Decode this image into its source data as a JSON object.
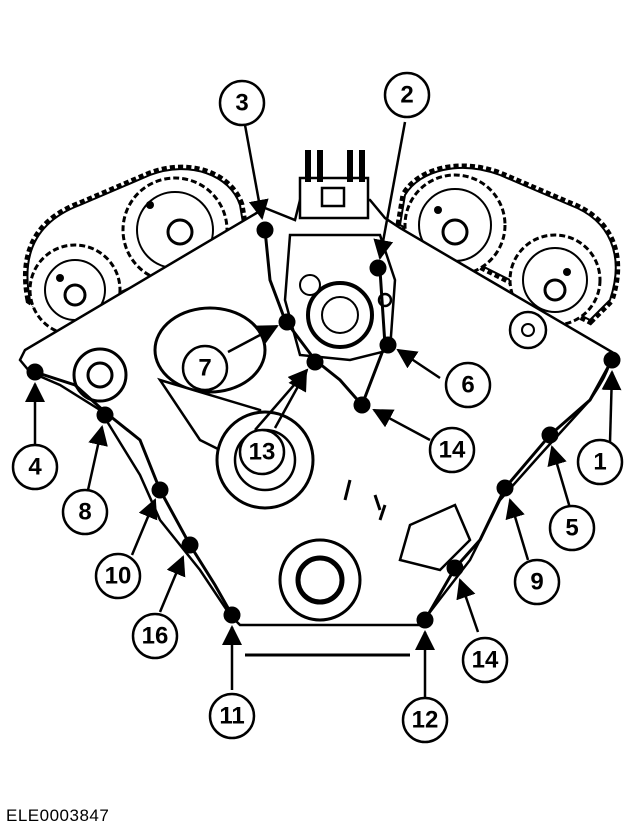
{
  "figure_id": "ELE0003847",
  "callouts": [
    {
      "key": "c1",
      "label": "1"
    },
    {
      "key": "c2",
      "label": "2"
    },
    {
      "key": "c3",
      "label": "3"
    },
    {
      "key": "c4",
      "label": "4"
    },
    {
      "key": "c5",
      "label": "5"
    },
    {
      "key": "c6",
      "label": "6"
    },
    {
      "key": "c7",
      "label": "7"
    },
    {
      "key": "c8",
      "label": "8"
    },
    {
      "key": "c9",
      "label": "9"
    },
    {
      "key": "c10",
      "label": "10"
    },
    {
      "key": "c11",
      "label": "11"
    },
    {
      "key": "c12",
      "label": "12"
    },
    {
      "key": "c13",
      "label": "13"
    },
    {
      "key": "c14a",
      "label": "14"
    },
    {
      "key": "c14b",
      "label": "14"
    },
    {
      "key": "c16",
      "label": "16"
    }
  ]
}
